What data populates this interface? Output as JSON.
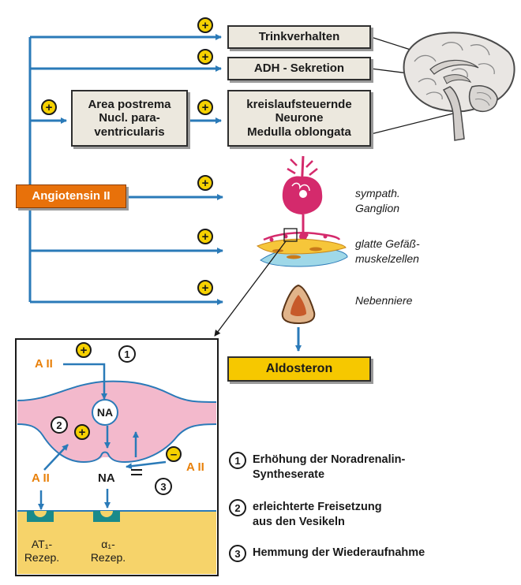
{
  "boxes": {
    "trink": "Trinkverhalten",
    "adh": "ADH - Sekretion",
    "area_line1": "Area postrema",
    "area_line2": "Nucl. para-",
    "area_line3": "ventricularis",
    "kreis_line1": "kreislaufsteuernde",
    "kreis_line2": "Neurone",
    "kreis_line3": "Medulla oblongata",
    "angiotensin": "Angiotensin II",
    "aldosteron": "Aldosteron"
  },
  "labels": {
    "ganglion_line1": "sympath.",
    "ganglion_line2": "Ganglion",
    "gefass_line1": "glatte Gefäß-",
    "gefass_line2": "muskelzellen",
    "nebenniere": "Nebenniere"
  },
  "signs": {
    "plus": "+",
    "minus": "–"
  },
  "inset": {
    "aii_1": "A II",
    "aii_2": "A II",
    "aii_3": "A II",
    "na_vesicle": "NA",
    "na_released": "NA",
    "num_1": "1",
    "num_2": "2",
    "num_3": "3",
    "rez_at1": "AT₁-\nRezep.",
    "rez_alpha1": "α₁-\nRezep."
  },
  "legend": [
    {
      "num": "1",
      "text": "Erhöhung der Noradrenalin-\nSyntheserate"
    },
    {
      "num": "2",
      "text": "erleichterte Freisetzung\naus den Vesikeln"
    },
    {
      "num": "3",
      "text": "Hemmung der Wiederaufnahme"
    }
  ],
  "colors": {
    "arrow_blue": "#2a7ab8",
    "angiotensin_orange": "#e8710a",
    "aldosteron_yellow": "#f6c800",
    "synapse_pink": "#f3b9cc",
    "cleft_yellow": "#f6d36a",
    "ganglion_magenta": "#d42a6c"
  }
}
